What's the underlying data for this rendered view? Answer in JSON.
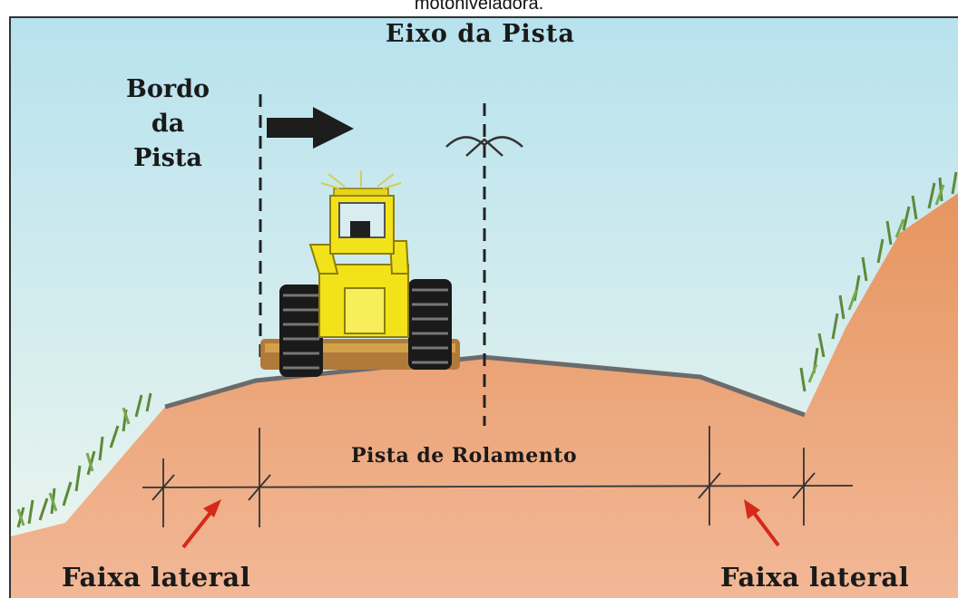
{
  "caption": "motoniveladora.",
  "labels": {
    "eixo": "Eixo da Pista",
    "bordo_line1": "Bordo",
    "bordo_line2": "da",
    "bordo_line3": "Pista",
    "pista_rolamento": "Pista de Rolamento",
    "faixa_left": "Faixa lateral",
    "faixa_right": "Faixa lateral"
  },
  "colors": {
    "sky_top": "#b9e3ee",
    "sky_bottom": "#eaf5ef",
    "soil": "#e9a178",
    "soil_dark": "#d9825a",
    "road_surface": "#6b6b6b",
    "machine": "#f2e21a",
    "grass": "#5f8f3a",
    "arrow_red": "#d6281b"
  }
}
